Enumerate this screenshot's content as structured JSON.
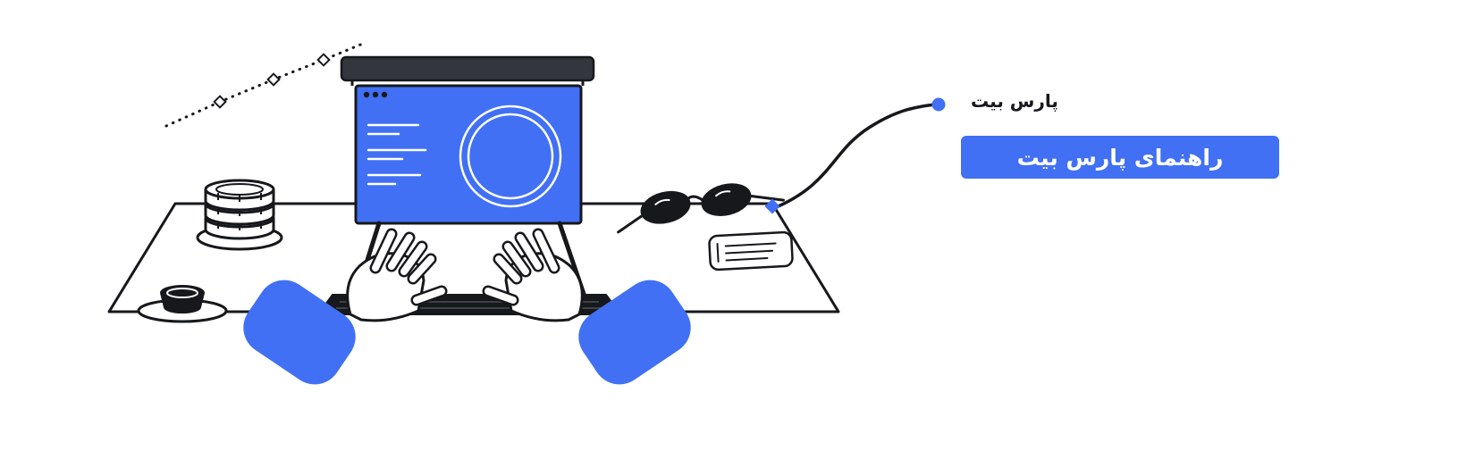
{
  "colors": {
    "accent": "#4170F4",
    "ink": "#17181c",
    "paper": "#ffffff"
  },
  "banner": {
    "label": "راهنمای پارس بیت"
  },
  "logo": {
    "wordmark": "پارس بیت"
  },
  "illustration": {
    "alt": "person typing on a laptop at a desk with coin stack, coffee cup, sunglasses, notepad, a rising dotted trend line, and a curved connector ending in a dot that points to the guide label"
  }
}
